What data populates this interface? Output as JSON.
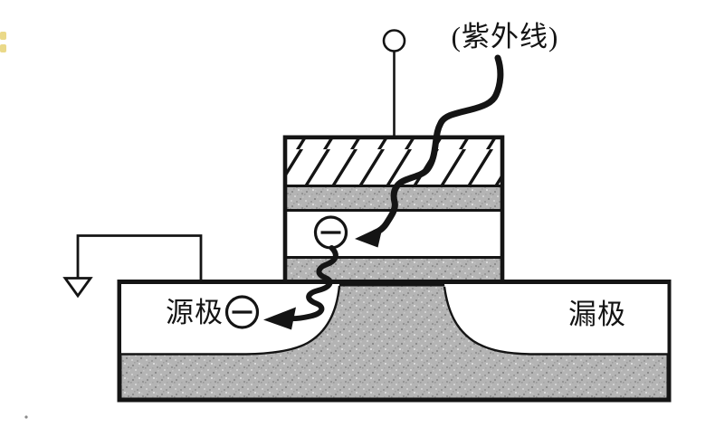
{
  "labels": {
    "uv_light": "(紫外线)",
    "source_electrode": "源极",
    "drain_electrode": "漏极"
  },
  "symbols": {
    "electron": "circle-with-minus",
    "ground": "open-triangle-ground",
    "gate_terminal": "open-circle-terminal",
    "uv_ray": "thick-wavy-arrow",
    "electron_path": "zigzag-arrow"
  },
  "colors": {
    "ink": "#141414",
    "stipple_gray": "#b4b4b4",
    "paper": "#ffffff",
    "highlight_mark": "#ead989"
  }
}
